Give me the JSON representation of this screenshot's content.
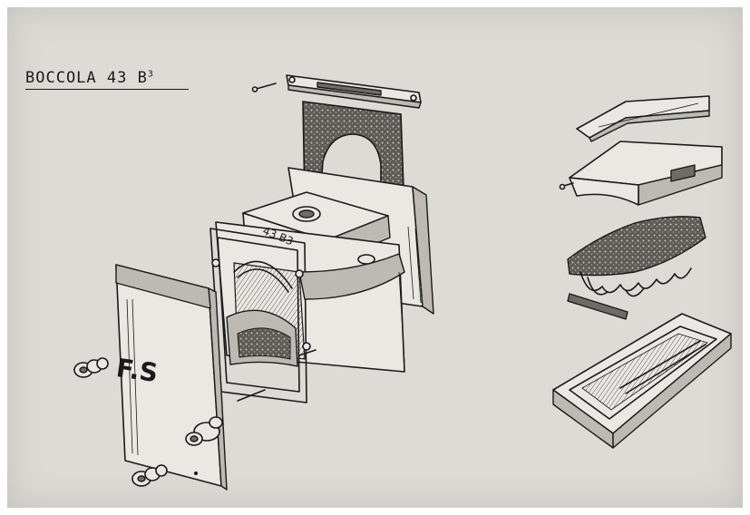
{
  "title": {
    "text": "BOCCOLA 43 B",
    "superscript": "3"
  },
  "engravings": {
    "cover_mark": "F.S",
    "housing_mark": "43 B3"
  }
}
